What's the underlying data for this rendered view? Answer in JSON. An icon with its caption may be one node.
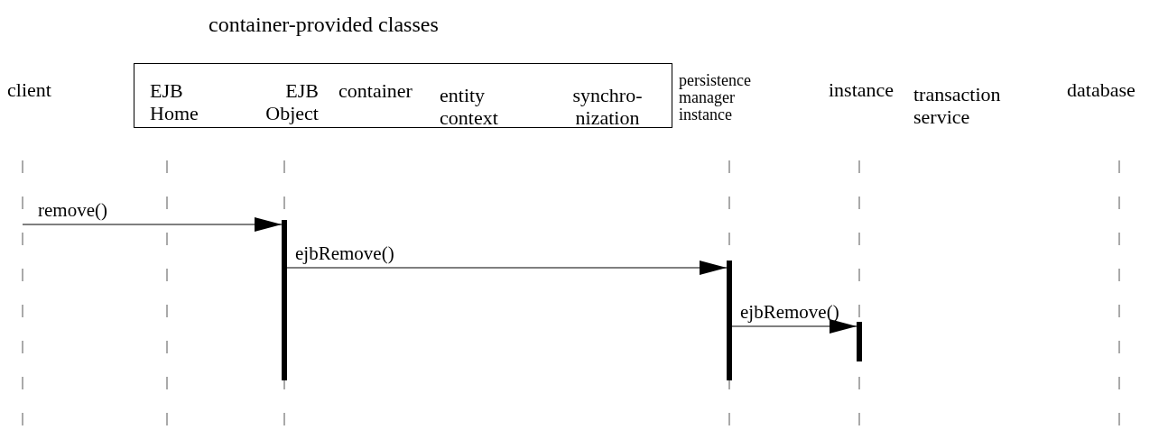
{
  "diagram": {
    "nodes": [
      {
        "text": [
          "container-provided classes"
        ]
      },
      {
        "text": [
          "client"
        ]
      },
      {
        "text": [
          "EJB Home"
        ],
        "in": 0
      },
      {
        "text": [
          "EJB Object"
        ],
        "in": 0
      },
      {
        "text": [
          "container"
        ],
        "in": 0
      },
      {
        "text": [
          "entity context"
        ],
        "in": 0
      },
      {
        "text": [
          "synchro- nization"
        ],
        "in": 0
      },
      {
        "text": [
          "persistence manager instance"
        ]
      },
      {
        "text": [
          "instance"
        ]
      },
      {
        "text": [
          "transaction service"
        ]
      },
      {
        "text": [
          "database"
        ]
      },
      {
        "text": [],
        "shape": "bar"
      },
      {
        "text": [],
        "shape": "bar"
      },
      {
        "text": [],
        "shape": "bar"
      }
    ],
    "edges": [
      {
        "from": 1,
        "to": 11,
        "arrow": "to",
        "label": "remove()"
      },
      {
        "from": 11,
        "to": 12,
        "arrow": "to",
        "label": "ejbRemove()"
      },
      {
        "from": 12,
        "to": 13,
        "arrow": "to",
        "label": "ejbRemove()"
      }
    ]
  }
}
